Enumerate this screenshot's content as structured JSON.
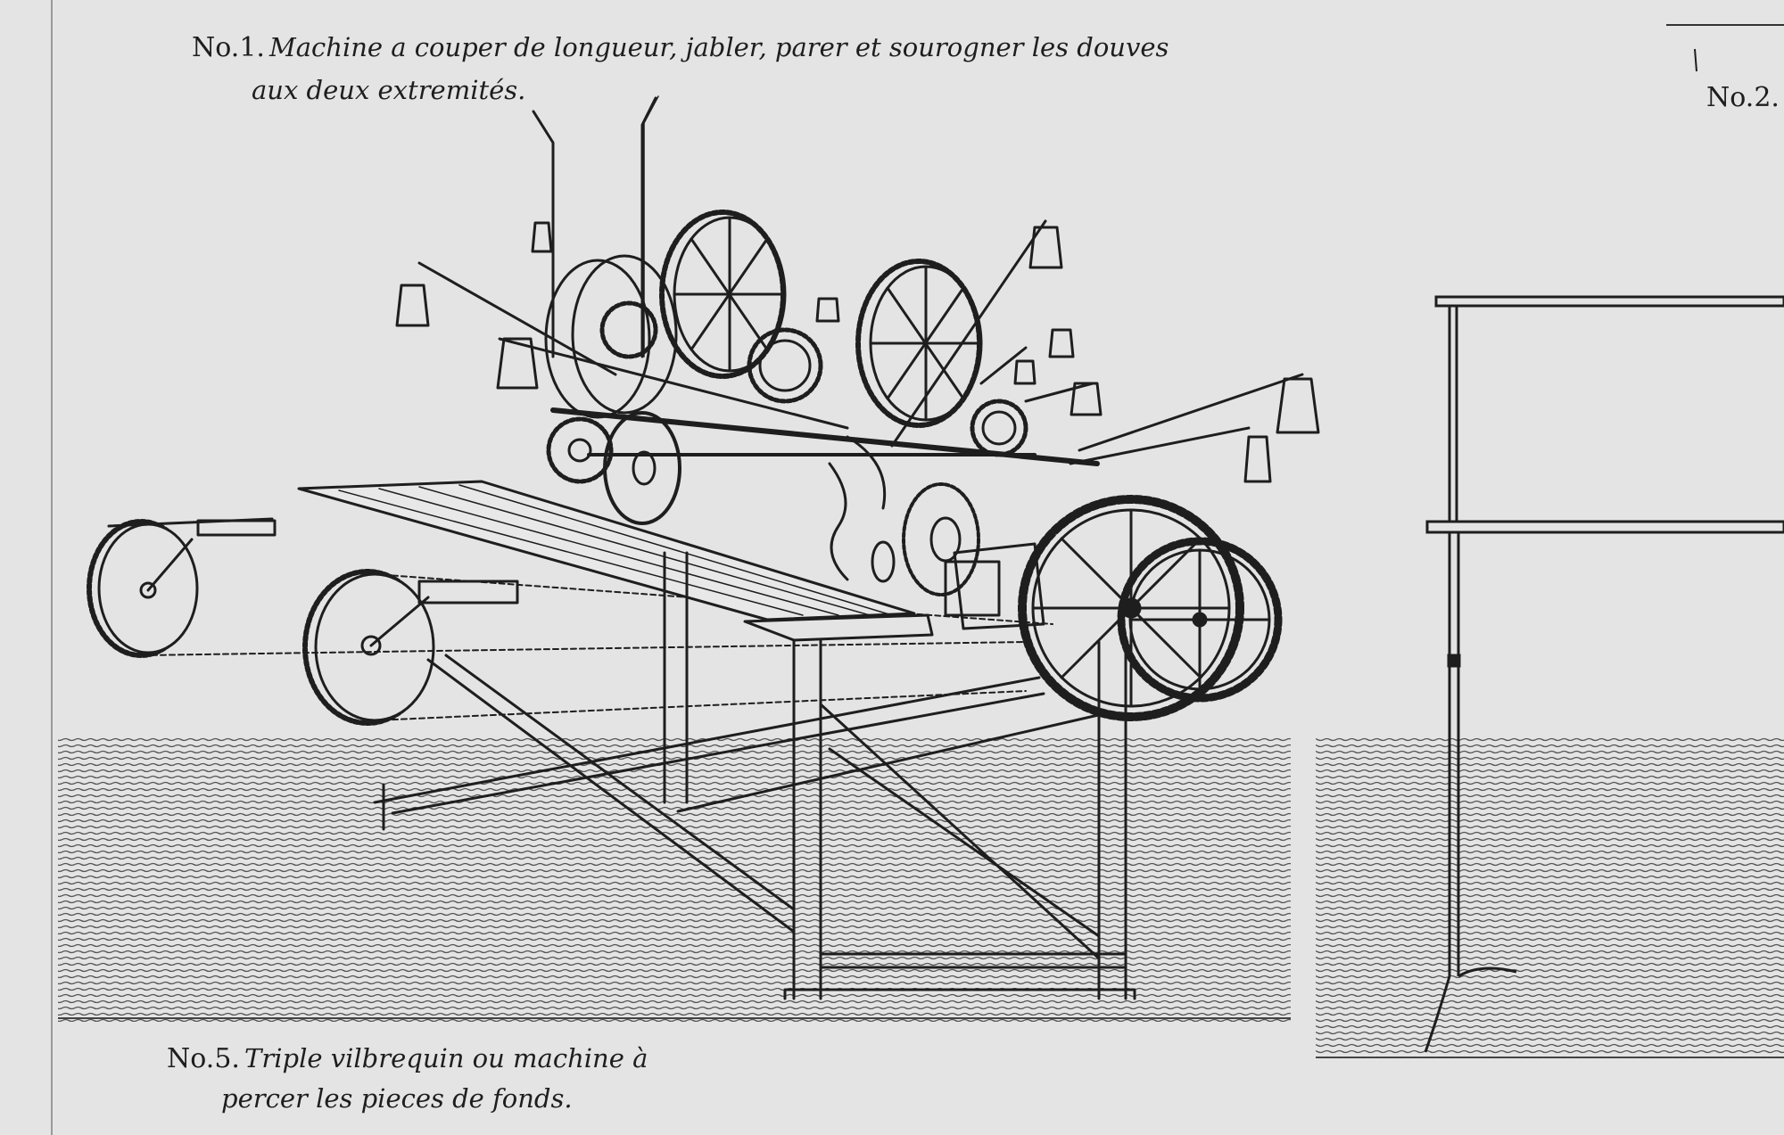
{
  "plate": {
    "fig1": {
      "number": "No.1.",
      "title_line1": "Machine a couper de longueur, jabler, parer et sourogner les douves",
      "title_line2": "aux deux extremités."
    },
    "fig2": {
      "number": "No.2."
    },
    "fig5": {
      "number": "No.5.",
      "title_line1": "Triple vilbrequin ou machine à",
      "title_line2": "percer les pieces de fonds."
    }
  },
  "colors": {
    "paper": "#e4e4e4",
    "ink": "#1e1e1e",
    "hatch": "#4a4a4a"
  },
  "icons": [
    "engraving-machine-illustration",
    "post-frame-illustration"
  ]
}
